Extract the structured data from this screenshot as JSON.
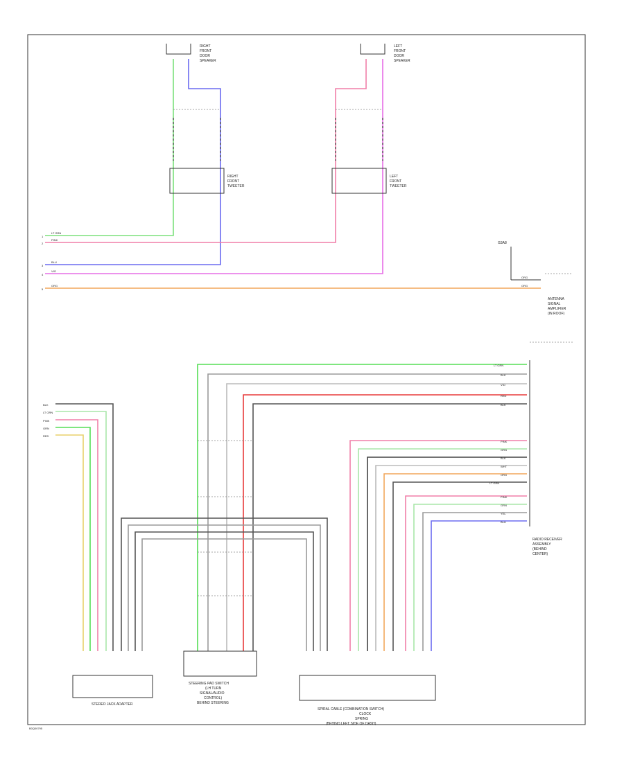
{
  "diagram_id": "B0Q00795",
  "colors": {
    "green": "#7be07b",
    "pink": "#f07ea8",
    "blue": "#6b6bf0",
    "magenta": "#e66ee6",
    "orange": "#f2a65a",
    "red": "#e83a3a",
    "black": "#333333",
    "gray": "#9a9a9a",
    "light_green": "#a8e6a8",
    "lime": "#55dd55"
  },
  "speakers": {
    "right": [
      "RIGHT",
      "FRONT",
      "DOOR",
      "SPEAKER"
    ],
    "left": [
      "LEFT",
      "FRONT",
      "DOOR",
      "SPEAKER"
    ]
  },
  "tweeters": {
    "right": [
      "RIGHT",
      "FRONT",
      "TWEETER"
    ],
    "left": [
      "LEFT",
      "FRONT",
      "TWEETER"
    ]
  },
  "top_wires": [
    {
      "label": "LT GRN",
      "pin": "1"
    },
    {
      "label": "PINK",
      "pin": "2"
    },
    {
      "label": "BLU",
      "pin": "3"
    },
    {
      "label": "VIO",
      "pin": "4"
    },
    {
      "label": "ORG",
      "pin": "5"
    }
  ],
  "ground": {
    "label": "G3A8"
  },
  "antenna": {
    "label": [
      "ANTENNA",
      "SIGNAL",
      "AMPLIFIER",
      "(IN ROOF)"
    ],
    "wire_labels": [
      "ORG",
      "ORG"
    ]
  },
  "stereo_jack_wires": [
    "BLK",
    "LT GRN",
    "PINK",
    "GRN",
    "RED"
  ],
  "receiver_wires": [
    "LT GRN",
    "BLK",
    "VIO",
    "RED",
    "BLK",
    "PINK",
    "GRN",
    "BLK",
    "WHT",
    "ORG",
    "LT GRN",
    "PINK",
    "GRN",
    "YEL",
    "BLU"
  ],
  "receiver_label": [
    "RADIO RECEIVER",
    "ASSEMBLY",
    "(BEHIND",
    "CENTER)"
  ],
  "stereo_jack": {
    "label": "STEREO JACK ADAPTER"
  },
  "steering_switch": {
    "label": [
      "STEERING PAD SWITCH",
      "(LH TURN",
      "SIGNAL/AUDIO",
      "CONTROL)",
      "BEHIND STEERING"
    ]
  },
  "spiral_cable": {
    "label": [
      "SPIRAL CABLE (COMBINATION SWITCH)",
      "CLOCK",
      "SPRING",
      "(BEHIND LEFT SIDE OF DASH)"
    ]
  }
}
